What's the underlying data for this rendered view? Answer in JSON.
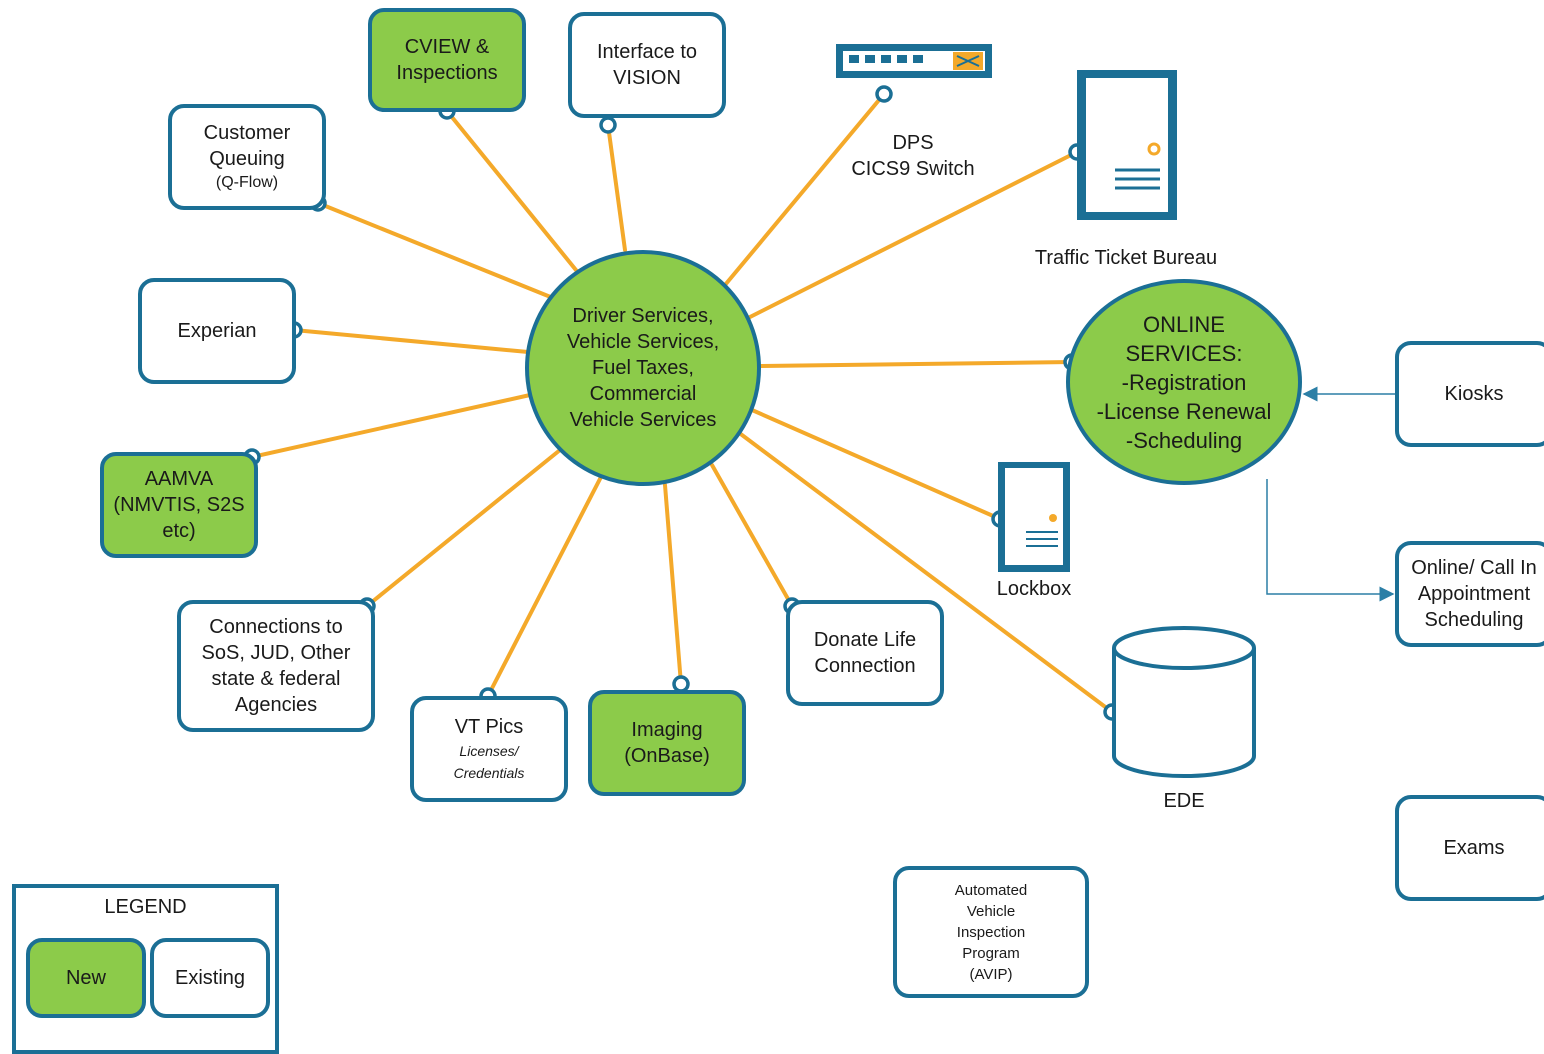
{
  "hub": {
    "lines": [
      "Driver Services,",
      "Vehicle Services,",
      "Fuel Taxes,",
      "Commercial",
      "Vehicle Services"
    ]
  },
  "online_services": {
    "lines": [
      "ONLINE",
      "SERVICES:",
      "-Registration",
      "-License Renewal",
      "-Scheduling"
    ]
  },
  "nodes": {
    "cview": {
      "lines": [
        "CVIEW &",
        "Inspections"
      ],
      "status": "New"
    },
    "vision": {
      "lines": [
        "Interface to",
        "VISION"
      ],
      "status": "Existing"
    },
    "customer_queuing": {
      "lines": [
        "Customer",
        "Queuing"
      ],
      "sub": "(Q-Flow)",
      "status": "Existing"
    },
    "experian": {
      "lines": [
        "Experian"
      ],
      "status": "Existing"
    },
    "aamva": {
      "lines": [
        "AAMVA",
        "(NMVTIS, S2S",
        "etc)"
      ],
      "status": "New"
    },
    "connections": {
      "lines": [
        "Connections to",
        "SoS, JUD, Other",
        "state & federal",
        "Agencies"
      ],
      "status": "Existing"
    },
    "vt_pics": {
      "lines": [
        "VT Pics"
      ],
      "sub_lines": [
        "Licenses/",
        "Credentials"
      ],
      "status": "Existing"
    },
    "imaging": {
      "lines": [
        "Imaging",
        "(OnBase)"
      ],
      "status": "New"
    },
    "donate_life": {
      "lines": [
        "Donate Life",
        "Connection"
      ],
      "status": "Existing"
    },
    "kiosks": {
      "lines": [
        "Kiosks"
      ],
      "status": "Existing"
    },
    "appointment": {
      "lines": [
        "Online/ Call In",
        "Appointment",
        "Scheduling"
      ],
      "status": "Existing"
    },
    "exams": {
      "lines": [
        "Exams"
      ],
      "status": "Existing"
    },
    "avip": {
      "lines": [
        "Automated",
        "Vehicle",
        "Inspection",
        "Program",
        "(AVIP)"
      ],
      "status": "Existing"
    }
  },
  "icon_nodes": {
    "dps": {
      "icon": "network-switch-icon",
      "lines": [
        "DPS",
        "CICS9 Switch"
      ]
    },
    "traffic": {
      "icon": "server-icon",
      "label": "Traffic Ticket Bureau"
    },
    "lockbox": {
      "icon": "server-icon",
      "label": "Lockbox"
    },
    "ede": {
      "icon": "database-icon",
      "label": "EDE"
    }
  },
  "legend": {
    "title": "LEGEND",
    "new_label": "New",
    "existing_label": "Existing"
  },
  "colors": {
    "new_fill": "#8ccb4a",
    "border": "#1b6f95",
    "connector": "#f4a92a",
    "arrow": "#2c7fa6"
  }
}
